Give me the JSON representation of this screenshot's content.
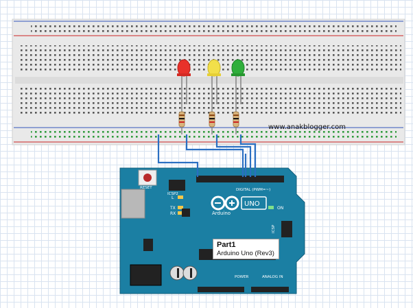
{
  "watermark": "www.anakblogger.com",
  "arduino": {
    "brand": "Arduino",
    "model_badge": "UNO",
    "reset_label": "RESET",
    "icsp2_label": "ICSP2",
    "icsp_label": "ICSP",
    "digital_label": "DIGITAL (PWM=~)",
    "power_label": "POWER",
    "analog_label": "ANALOG IN",
    "led_l_label": "L",
    "led_tx_label": "TX",
    "led_rx_label": "RX",
    "on_label": "ON"
  },
  "tooltip": {
    "title": "Part1",
    "subtitle": "Arduino Uno (Rev3)"
  },
  "leds": [
    {
      "name": "red",
      "color": "#e8312a"
    },
    {
      "name": "yellow",
      "color": "#f2df4a"
    },
    {
      "name": "green",
      "color": "#2fae3b"
    }
  ],
  "colors": {
    "board": "#1b7fa3",
    "wire": "#2a6fc2",
    "breadboard": "#efefef"
  }
}
